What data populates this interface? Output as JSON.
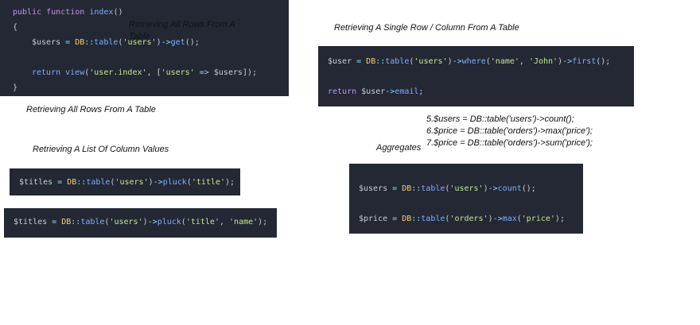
{
  "captions": {
    "all_rows_overlay": "Retrieving All Rows From A Table",
    "all_rows": "Retrieving All Rows From A Table",
    "list_column": "Retrieving A List Of Column Values",
    "single_row": "Retrieving A Single Row / Column From A Table",
    "aggregates": "Aggregates"
  },
  "aggregates_list": [
    "5.$users = DB::table('users')->count();",
    "6.$price = DB::table('orders')->max('price');",
    "7.$price = DB::table('orders')->sum('price');"
  ],
  "code_index": {
    "l1_kw": "public function ",
    "l1_fn": "index",
    "l1_rest": "()",
    "l2": "{",
    "l3_var": "$users",
    "l3_eq": " = ",
    "l3_cls": "DB",
    "l3_op": "::",
    "l3_fn": "table",
    "l3_p1": "(",
    "l3_str": "'users'",
    "l3_p2": ")",
    "l3_arrow": "->",
    "l3_fn2": "get",
    "l3_end": "();",
    "l5_fn": "return view",
    "l5_p1": "(",
    "l5_str1": "'user.index'",
    "l5_mid": ", [",
    "l5_str2": "'users'",
    "l5_arrow": " => ",
    "l5_var": "$users",
    "l5_end": "]);",
    "l6": "}"
  },
  "code_pluck1": {
    "var": "$titles",
    "eq": " = ",
    "cls": "DB",
    "op": "::",
    "fn": "table",
    "p1": "(",
    "str": "'users'",
    "p2": ")",
    "arrow": "->",
    "fn2": "pluck",
    "p3": "(",
    "str2": "'title'",
    "end": ");"
  },
  "code_pluck2": {
    "var": "$titles",
    "eq": " = ",
    "cls": "DB",
    "op": "::",
    "fn": "table",
    "p1": "(",
    "str": "'users'",
    "p2": ")",
    "arrow": "->",
    "fn2": "pluck",
    "p3": "(",
    "str2": "'title'",
    "comma": ", ",
    "str3": "'name'",
    "end": ");"
  },
  "code_single": {
    "var": "$user",
    "eq": " = ",
    "cls": "DB",
    "op": "::",
    "fn": "table",
    "p1": "(",
    "str": "'users'",
    "p2": ")",
    "arrow1": "->",
    "fn2": "where",
    "p3": "(",
    "str2": "'name'",
    "comma": ", ",
    "str3": "'John'",
    "p4": ")",
    "arrow2": "->",
    "fn3": "first",
    "end": "();",
    "ret_kw": "return ",
    "ret_var": "$user",
    "ret_arrow": "->",
    "ret_prop": "email",
    "ret_end": ";"
  },
  "code_agg": {
    "l1_var": "$users",
    "l1_eq": " = ",
    "l1_cls": "DB",
    "l1_op": "::",
    "l1_fn": "table",
    "l1_p1": "(",
    "l1_str": "'users'",
    "l1_p2": ")",
    "l1_arrow": "->",
    "l1_fn2": "count",
    "l1_end": "();",
    "l2_var": "$price",
    "l2_eq": " = ",
    "l2_cls": "DB",
    "l2_op": "::",
    "l2_fn": "table",
    "l2_p1": "(",
    "l2_str": "'orders'",
    "l2_p2": ")",
    "l2_arrow": "->",
    "l2_fn2": "max",
    "l2_p3": "(",
    "l2_str2": "'price'",
    "l2_end": ");"
  }
}
